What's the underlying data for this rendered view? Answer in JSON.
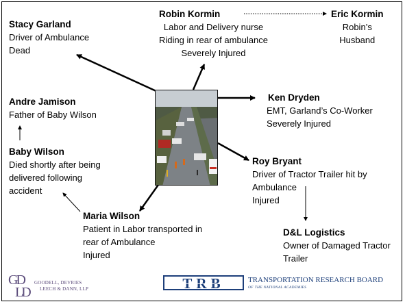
{
  "nodes": {
    "stacy": {
      "name": "Stacy Garland",
      "lines": [
        "Driver of Ambulance",
        "Dead"
      ]
    },
    "robin": {
      "name": "Robin Kormin",
      "lines": [
        "Labor and Delivery nurse",
        "Riding in rear of ambulance",
        "Severely Injured"
      ]
    },
    "eric": {
      "name": "Eric Kormin",
      "lines": [
        "Robin’s",
        "Husband"
      ]
    },
    "andre": {
      "name": "Andre Jamison",
      "lines": [
        "Father of Baby Wilson"
      ]
    },
    "ken": {
      "name": "Ken Dryden",
      "lines": [
        "EMT, Garland’s Co-Worker",
        "Severely Injured"
      ]
    },
    "baby": {
      "name": "Baby Wilson",
      "lines": [
        "Died shortly after being",
        "delivered following",
        "accident"
      ]
    },
    "roy": {
      "name": "Roy Bryant",
      "lines": [
        "Driver of Tractor Trailer hit by",
        "Ambulance",
        "Injured"
      ]
    },
    "maria": {
      "name": "Maria Wilson",
      "lines": [
        "Patient in Labor transported in",
        "rear of Ambulance",
        "Injured"
      ]
    },
    "dl": {
      "name": "D&L Logistics",
      "lines": [
        "Owner of Damaged Tractor",
        "Trailer"
      ]
    }
  },
  "logos": {
    "law_firm": {
      "monogram": [
        "GD",
        "LD"
      ],
      "lines": [
        "GOODELL, DEVRIES",
        "LEECH & DANN, LLP"
      ]
    },
    "trb": {
      "mark": "TRB",
      "name": "TRANSPORTATION RESEARCH BOARD",
      "subtitle": "OF THE NATIONAL ACADEMIES"
    }
  },
  "colors": {
    "text": "#000000",
    "border": "#000000",
    "law_firm_logo": "#5a4a7a",
    "trb_logo": "#1d3f7a"
  }
}
